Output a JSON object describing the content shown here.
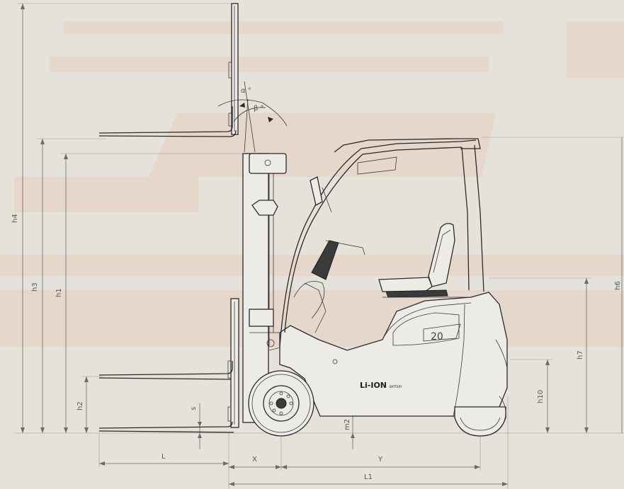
{
  "labels": {
    "h4": "h4",
    "h3": "h3",
    "h1": "h1",
    "h2": "h2",
    "s": "s",
    "alpha": "α °",
    "beta": "β °",
    "L": "L",
    "X": "X",
    "Y": "Y",
    "L1": "L1",
    "m2": "m2",
    "h6": "h6",
    "h7": "h7",
    "h10": "h10"
  },
  "branding": {
    "battery": "Li-ION",
    "battery_sub": "BATTERY",
    "model": "20"
  },
  "colors": {
    "background": "#e5e2da",
    "watermark": "#e6c9bd",
    "line": "#2a2a2a",
    "dimension": "#6a6a6a"
  }
}
